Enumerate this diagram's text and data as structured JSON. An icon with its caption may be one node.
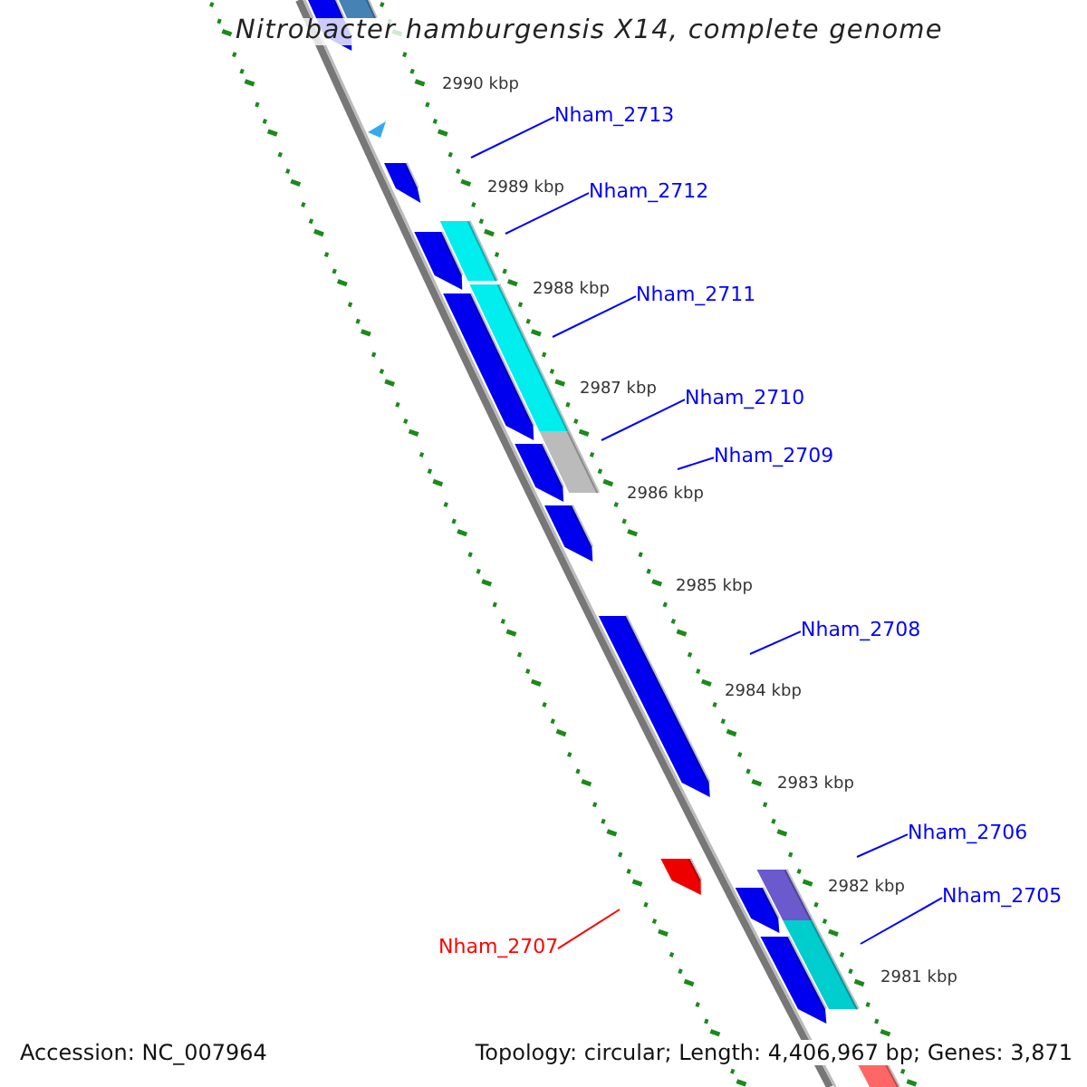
{
  "diagram": {
    "title": "Nitrobacter hamburgensis X14, complete genome",
    "nodes": [
      {
        "text": [
          "Nham_2713"
        ]
      },
      {
        "text": [
          "Nham_2712"
        ]
      },
      {
        "text": [
          "Nham_2711"
        ]
      },
      {
        "text": [
          "Nham_2710"
        ]
      },
      {
        "text": [
          "Nham_2709"
        ]
      },
      {
        "text": [
          "Nham_2708"
        ]
      },
      {
        "text": [
          "Nham_2706"
        ]
      },
      {
        "text": [
          "Nham_2705"
        ]
      },
      {
        "text": [
          "Nham_2707"
        ]
      }
    ],
    "edges": [
      {
        "from": 0,
        "to": null,
        "arrow": "none"
      },
      {
        "from": 1,
        "to": null,
        "arrow": "none"
      },
      {
        "from": 2,
        "to": null,
        "arrow": "none"
      },
      {
        "from": 3,
        "to": null,
        "arrow": "none"
      },
      {
        "from": 4,
        "to": null,
        "arrow": "none"
      },
      {
        "from": 5,
        "to": null,
        "arrow": "none"
      },
      {
        "from": 6,
        "to": null,
        "arrow": "none"
      },
      {
        "from": 7,
        "to": null,
        "arrow": "none"
      },
      {
        "from": 8,
        "to": null,
        "arrow": "none",
        "color": "#ff0000"
      }
    ],
    "labels": [
      "2990 kbp",
      "2989 kbp",
      "2988 kbp",
      "2987 kbp",
      "2986 kbp",
      "2985 kbp",
      "2984 kbp",
      "2983 kbp",
      "2982 kbp",
      "2981 kbp",
      "Accession: NC_007964",
      "Topology: circular; Length: 4,406,967 bp; Genes: 3,871"
    ]
  }
}
